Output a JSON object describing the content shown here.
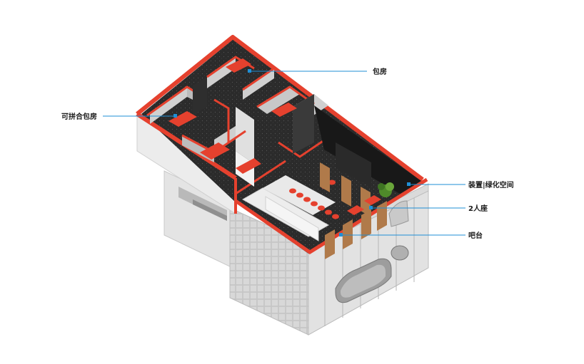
{
  "labels": {
    "private_room": "包房",
    "combinable_private_room": "可拼合包房",
    "decor_green_space": "装置|绿化空间",
    "two_person_seating": "2人座",
    "bar_counter": "吧台"
  },
  "colors": {
    "accent_red": "#e5412e",
    "leader_blue": "#1f8fd6",
    "floor_dark": "#2a2a2a",
    "wall_gray": "#d4d4d4",
    "wood": "#b07a4a"
  }
}
